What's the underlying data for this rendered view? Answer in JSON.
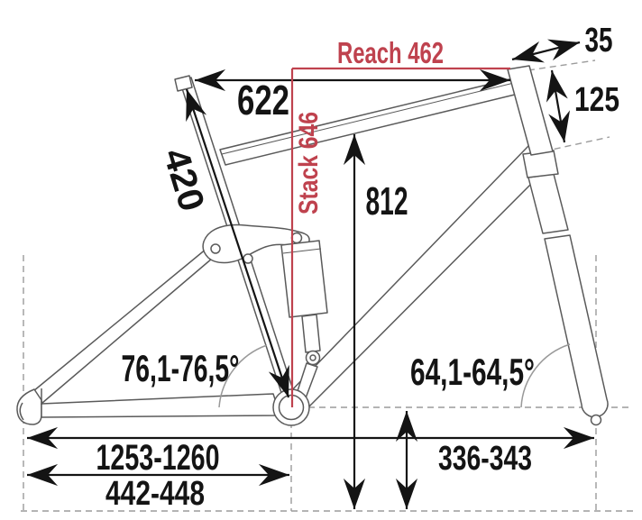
{
  "figure": {
    "kind": "bike-frame-geometry-diagram",
    "colors": {
      "accent_red": "#bf424e",
      "dimension_ink": "#141414",
      "frame_outline": "#5a5a5a",
      "guide_dashed": "#9b9b9b",
      "background": "#ffffff"
    },
    "measurements": {
      "reach": "Reach 462",
      "stack": "Stack 646",
      "top_tube": "622",
      "seat_tube": "420",
      "steerer": "35",
      "head_tube": "125",
      "standover": "812",
      "seat_angle": "76,1-76,5°",
      "head_angle": "64,1-64,5°",
      "wheelbase": "1253-1260",
      "chainstay": "442-448",
      "bb_height": "336-343"
    }
  }
}
